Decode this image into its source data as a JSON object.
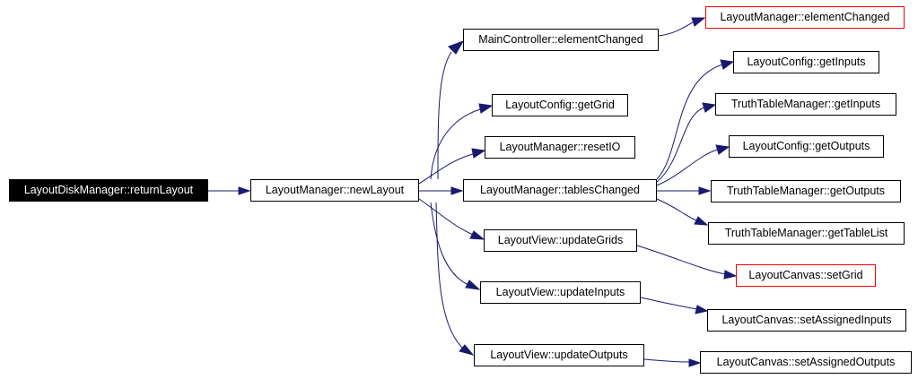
{
  "colors": {
    "edge": "#191970",
    "root_fill": "#000000",
    "root_text": "#ffffff",
    "external_border": "#ff0000",
    "node_border": "#000000"
  },
  "nodes": {
    "root": "LayoutDiskManager::returnLayout",
    "new_layout": "LayoutManager::newLayout",
    "main_element_changed": "MainController::elementChanged",
    "config_get_grid": "LayoutConfig::getGrid",
    "manager_reset_io": "LayoutManager::resetIO",
    "manager_tables_changed": "LayoutManager::tablesChanged",
    "view_update_grids": "LayoutView::updateGrids",
    "view_update_inputs": "LayoutView::updateInputs",
    "view_update_outputs": "LayoutView::updateOutputs",
    "manager_element_changed": "LayoutManager::elementChanged",
    "config_get_inputs": "LayoutConfig::getInputs",
    "tt_get_inputs": "TruthTableManager::getInputs",
    "config_get_outputs": "LayoutConfig::getOutputs",
    "tt_get_outputs": "TruthTableManager::getOutputs",
    "tt_get_table_list": "TruthTableManager::getTableList",
    "canvas_set_grid": "LayoutCanvas::setGrid",
    "canvas_set_assigned_inputs": "LayoutCanvas::setAssignedInputs",
    "canvas_set_assigned_outputs": "LayoutCanvas::setAssignedOutputs"
  }
}
